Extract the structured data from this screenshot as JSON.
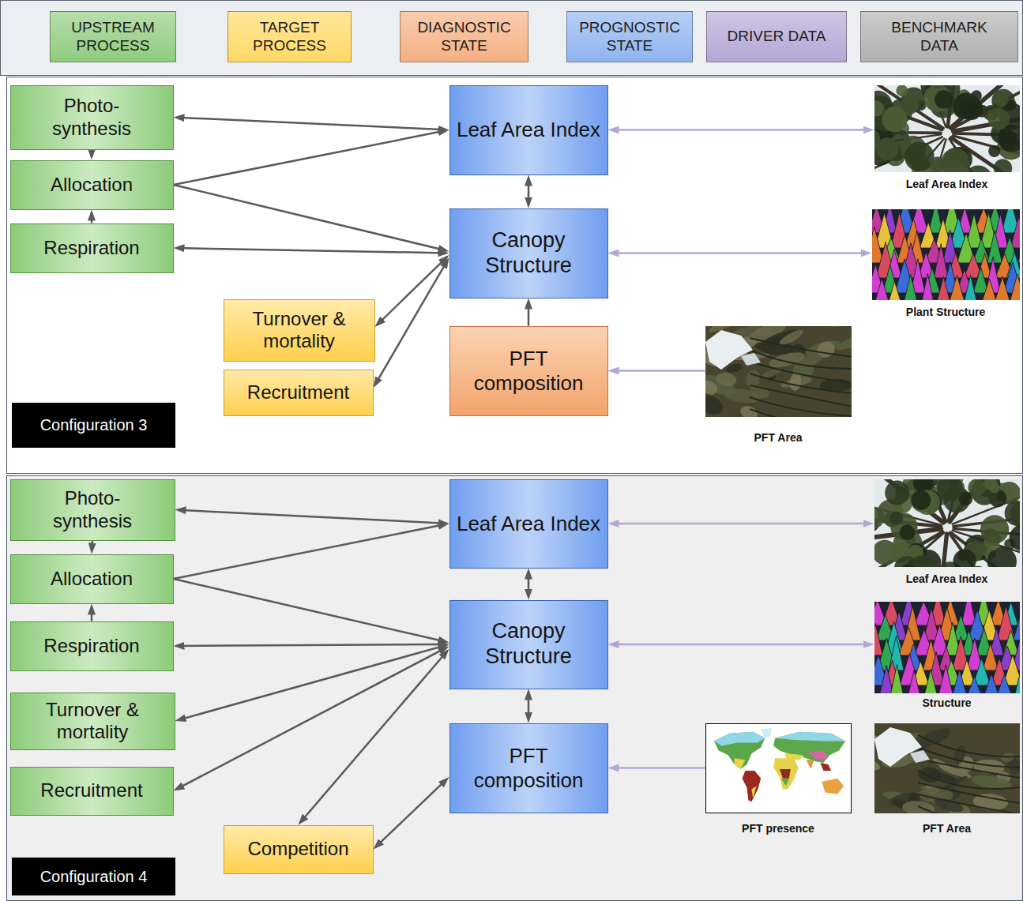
{
  "diagram": {
    "nodes": [
      {
        "text": [
          "Configuration 3"
        ]
      },
      {
        "text": [
          "Photo- synthesis"
        ],
        "in": 0
      },
      {
        "text": [
          "Allocation"
        ],
        "in": 0
      },
      {
        "text": [
          "Respiration"
        ],
        "in": 0
      },
      {
        "text": [
          "Turnover & mortality"
        ],
        "in": 0
      },
      {
        "text": [
          "Recruitment"
        ],
        "in": 0
      },
      {
        "text": [
          "Leaf Area Index"
        ],
        "in": 0
      },
      {
        "text": [
          "Canopy Structure"
        ],
        "in": 0
      },
      {
        "text": [
          "PFT composition"
        ],
        "in": 0
      },
      {
        "text": [
          "Leaf Area Index"
        ],
        "in": 0
      },
      {
        "text": [
          "Plant Structure"
        ],
        "in": 0
      },
      {
        "text": [
          "PFT Area"
        ],
        "in": 0
      },
      {
        "text": [
          "Configuration 4"
        ]
      },
      {
        "text": [
          "Photo- synthesis"
        ],
        "in": 12
      },
      {
        "text": [
          "Allocation"
        ],
        "in": 12
      },
      {
        "text": [
          "Respiration"
        ],
        "in": 12
      },
      {
        "text": [
          "Turnover & mortality"
        ],
        "in": 12
      },
      {
        "text": [
          "Recruitment"
        ],
        "in": 12
      },
      {
        "text": [
          "Competition"
        ],
        "in": 12
      },
      {
        "text": [
          "Leaf Area Index"
        ],
        "in": 12
      },
      {
        "text": [
          "Canopy Structure"
        ],
        "in": 12
      },
      {
        "text": [
          "PFT composition"
        ],
        "in": 12
      },
      {
        "text": [
          "Leaf Area Index"
        ],
        "in": 12
      },
      {
        "text": [
          "Structure"
        ],
        "in": 12
      },
      {
        "text": [
          "PFT presence"
        ],
        "in": 12
      },
      {
        "text": [
          "PFT Area"
        ],
        "in": 12
      }
    ],
    "edges": [
      {
        "from": 1,
        "to": 6,
        "arrow": "both"
      },
      {
        "from": 1,
        "to": 2,
        "arrow": "to"
      },
      {
        "from": 3,
        "to": 2,
        "arrow": "to"
      },
      {
        "from": 2,
        "to": 6,
        "arrow": "to"
      },
      {
        "from": 2,
        "to": 7,
        "arrow": "to"
      },
      {
        "from": 3,
        "to": 7,
        "arrow": "both"
      },
      {
        "from": 7,
        "to": 4,
        "arrow": "both"
      },
      {
        "from": 7,
        "to": 5,
        "arrow": "both"
      },
      {
        "from": 6,
        "to": 7,
        "arrow": "both"
      },
      {
        "from": 8,
        "to": 7,
        "arrow": "to"
      },
      {
        "from": 6,
        "to": 9,
        "arrow": "both"
      },
      {
        "from": 7,
        "to": 10,
        "arrow": "both"
      },
      {
        "from": 11,
        "to": 8,
        "arrow": "to"
      },
      {
        "from": 13,
        "to": 19,
        "arrow": "both"
      },
      {
        "from": 13,
        "to": 14,
        "arrow": "to"
      },
      {
        "from": 15,
        "to": 14,
        "arrow": "to"
      },
      {
        "from": 14,
        "to": 19,
        "arrow": "to"
      },
      {
        "from": 14,
        "to": 20,
        "arrow": "to"
      },
      {
        "from": 15,
        "to": 20,
        "arrow": "both"
      },
      {
        "from": 20,
        "to": 16,
        "arrow": "both"
      },
      {
        "from": 20,
        "to": 17,
        "arrow": "both"
      },
      {
        "from": 20,
        "to": 18,
        "arrow": "both"
      },
      {
        "from": 18,
        "to": 21,
        "arrow": "both"
      },
      {
        "from": 19,
        "to": 20,
        "arrow": "both"
      },
      {
        "from": 20,
        "to": 21,
        "arrow": "both"
      },
      {
        "from": 19,
        "to": 22,
        "arrow": "both"
      },
      {
        "from": 20,
        "to": 23,
        "arrow": "both"
      },
      {
        "from": 24,
        "to": 21,
        "arrow": "to"
      }
    ],
    "legend": [
      {
        "text": "UPSTREAM PROCESS",
        "color": "#8fcc7e"
      },
      {
        "text": "TARGET PROCESS",
        "color": "#ffd966"
      },
      {
        "text": "DIAGNOSTIC STATE",
        "color": "#f4b183"
      },
      {
        "text": "PROGNOSTIC STATE",
        "color": "#8fb4f0"
      },
      {
        "text": "DRIVER DATA",
        "color": "#b4a7d6"
      },
      {
        "text": "BENCHMARK DATA",
        "color": "#b0b0b0"
      }
    ]
  }
}
